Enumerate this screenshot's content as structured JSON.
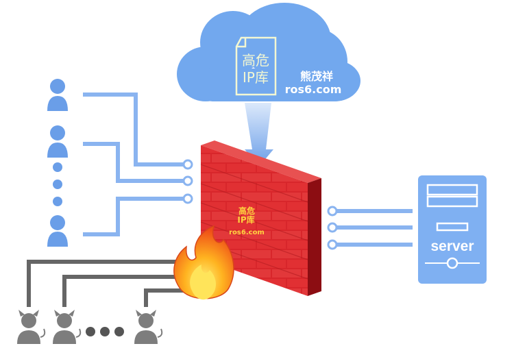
{
  "cloud": {
    "doc_line1": "高危",
    "doc_line2": "IP库",
    "brand_name": "熊茂祥",
    "brand_url": "ros6.com"
  },
  "firewall": {
    "label_line1": "高危",
    "label_line2": "IP库",
    "label_line3": "ros6.com"
  },
  "server": {
    "label": "server"
  },
  "users": {
    "count_icons": 3,
    "ellipsis": "vertical"
  },
  "attackers": {
    "count_icons": 3,
    "ellipsis": "horizontal"
  },
  "colors": {
    "cloud": "#72a8ee",
    "user_blue": "#6a9ee8",
    "connector_blue": "#8ab4f0",
    "wall_red": "#d8262b",
    "wall_dark": "#8c0d12",
    "attacker_gray": "#7d7d7d",
    "server_blue": "#7fb0f2",
    "fire_orange": "#f4781e"
  }
}
